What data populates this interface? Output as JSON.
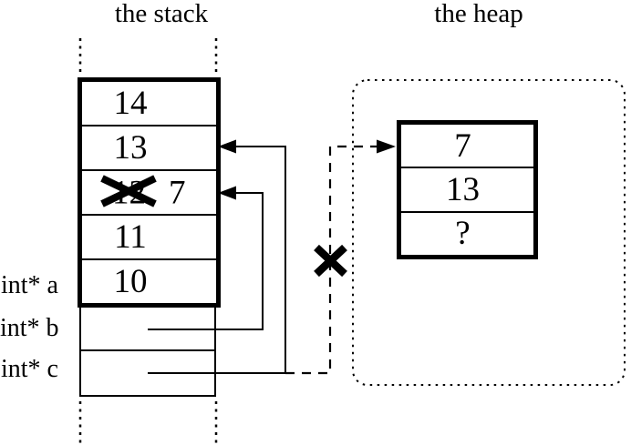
{
  "titles": {
    "stack": "the stack",
    "heap": "the heap"
  },
  "stack": {
    "cells": [
      {
        "value": "14"
      },
      {
        "value": "13"
      },
      {
        "value": "12",
        "crossed_out": true,
        "new_value": "7"
      },
      {
        "value": "11"
      },
      {
        "value": "10"
      }
    ],
    "pointer_labels": [
      "int* a",
      "int* b",
      "int* c"
    ]
  },
  "heap": {
    "cells": [
      "7",
      "13",
      "?"
    ]
  },
  "connections": [
    {
      "from": "int* b",
      "to": "stack cell (12 crossed out, now 7)",
      "style": "solid-arrow"
    },
    {
      "from": "int* c",
      "to": "stack cell 13",
      "style": "solid-arrow"
    },
    {
      "from": "int* c",
      "to": "heap cell 7",
      "style": "dashed-arrow-crossed-out"
    }
  ],
  "icons": {
    "old_value_cross": "x-cross-out",
    "severed_pointer_cross": "x-cross-out",
    "arrowhead": "filled-triangle"
  },
  "colors": {
    "ink": "#000000",
    "background": "#ffffff"
  }
}
